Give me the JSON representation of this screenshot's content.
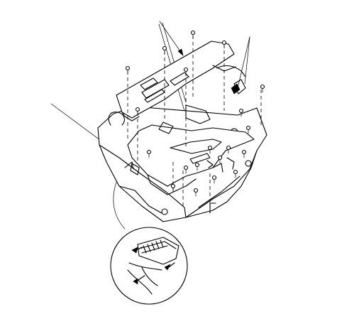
{
  "diagram": {
    "colors": {
      "line": "#000000",
      "background": "#ffffff"
    },
    "parts": [
      "upper-board",
      "lower-board",
      "chassis",
      "ribbon-cable",
      "screws",
      "connector-detail"
    ]
  }
}
